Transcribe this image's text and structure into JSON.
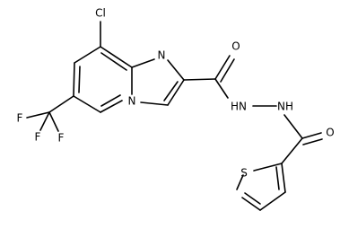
{
  "molecule": {
    "atoms": {
      "cl": "Cl",
      "n_ring_upper": "N",
      "n_bridge": "N",
      "o_upper": "O",
      "nh_upper": "HN",
      "nh_lower": "NH",
      "o_lower": "O",
      "s_thiophene": "S",
      "f1": "F",
      "f2": "F",
      "f3": "F"
    }
  }
}
